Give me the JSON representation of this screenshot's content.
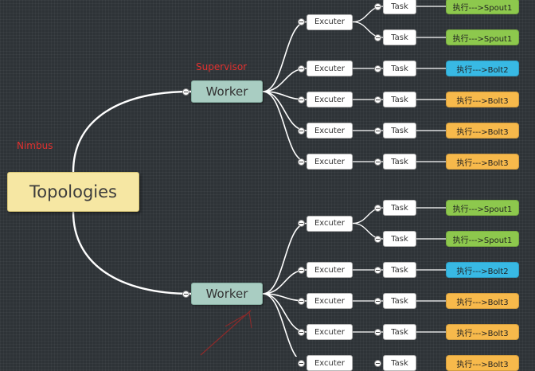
{
  "labels": {
    "nimbus": "Nimbus",
    "supervisor": "Supervisor"
  },
  "colors": {
    "spout": "#8dc84d",
    "bolt2": "#38b9e4",
    "bolt3": "#f7b94b"
  },
  "root": {
    "label": "Topologies"
  },
  "workers": [
    {
      "label": "Worker",
      "executors": [
        {
          "label": "Excuter",
          "tasks": [
            {
              "label": "Task",
              "target": "执行--->Spout1",
              "kind": "spout"
            },
            {
              "label": "Task",
              "target": "执行--->Spout1",
              "kind": "spout"
            }
          ]
        },
        {
          "label": "Excuter",
          "tasks": [
            {
              "label": "Task",
              "target": "执行--->Bolt2",
              "kind": "bolt2"
            }
          ]
        },
        {
          "label": "Excuter",
          "tasks": [
            {
              "label": "Task",
              "target": "执行--->Bolt3",
              "kind": "bolt3"
            }
          ]
        },
        {
          "label": "Excuter",
          "tasks": [
            {
              "label": "Task",
              "target": "执行--->Bolt3",
              "kind": "bolt3"
            }
          ]
        },
        {
          "label": "Excuter",
          "tasks": [
            {
              "label": "Task",
              "target": "执行--->Bolt3",
              "kind": "bolt3"
            }
          ]
        }
      ]
    },
    {
      "label": "Worker",
      "executors": [
        {
          "label": "Excuter",
          "tasks": [
            {
              "label": "Task",
              "target": "执行--->Spout1",
              "kind": "spout"
            },
            {
              "label": "Task",
              "target": "执行--->Spout1",
              "kind": "spout"
            }
          ]
        },
        {
          "label": "Excuter",
          "tasks": [
            {
              "label": "Task",
              "target": "执行--->Bolt2",
              "kind": "bolt2"
            }
          ]
        },
        {
          "label": "Excuter",
          "tasks": [
            {
              "label": "Task",
              "target": "执行--->Bolt3",
              "kind": "bolt3"
            }
          ]
        },
        {
          "label": "Excuter",
          "tasks": [
            {
              "label": "Task",
              "target": "执行--->Bolt3",
              "kind": "bolt3"
            }
          ]
        },
        {
          "label": "Excuter",
          "tasks": [
            {
              "label": "Task",
              "target": "执行--->Bolt3",
              "kind": "bolt3"
            }
          ]
        }
      ]
    }
  ]
}
